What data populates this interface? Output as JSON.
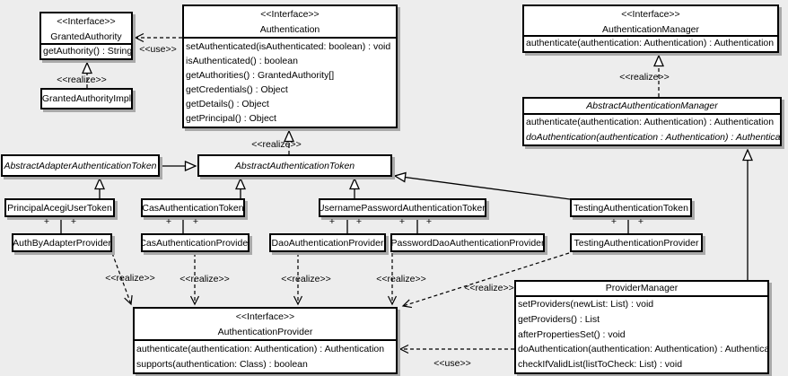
{
  "edge_labels": {
    "realize": "<<realize>>",
    "use": "<<use>>",
    "plus": "+"
  },
  "classes": {
    "granted_authority": {
      "stereotype": "<<Interface>>",
      "name": "GrantedAuthority",
      "methods": [
        "getAuthority() : String"
      ]
    },
    "granted_authority_impl": {
      "name": "GrantedAuthorityImpl"
    },
    "authentication": {
      "stereotype": "<<Interface>>",
      "name": "Authentication",
      "methods": [
        "setAuthenticated(isAuthenticated: boolean) : void",
        "isAuthenticated() : boolean",
        "getAuthorities() : GrantedAuthority[]",
        "getCredentials() : Object",
        "getDetails() : Object",
        "getPrincipal() : Object"
      ]
    },
    "authentication_manager": {
      "stereotype": "<<Interface>>",
      "name": "AuthenticationManager",
      "methods": [
        "authenticate(authentication: Authentication) : Authentication"
      ]
    },
    "abstract_authentication_manager": {
      "name": "AbstractAuthenticationManager",
      "methods": [
        "authenticate(authentication: Authentication) : Authentication",
        "doAuthentication(authentication : Authentication) : Authentication"
      ]
    },
    "abstract_adapter_authentication_token": {
      "name": "AbstractAdapterAuthenticationToken"
    },
    "abstract_authentication_token": {
      "name": "AbstractAuthenticationToken"
    },
    "principal_acegi_user_token": {
      "name": "PrincipalAcegiUserToken"
    },
    "cas_authentication_token": {
      "name": "CasAuthenticationToken"
    },
    "username_password_authentication_token": {
      "name": "UsernamePasswordAuthenticationToken"
    },
    "testing_authentication_token": {
      "name": "TestingAuthenticationToken"
    },
    "auth_by_adapter_provider": {
      "name": "AuthByAdapterProvider"
    },
    "cas_authentication_provider": {
      "name": "CasAuthenticationProvider"
    },
    "dao_authentication_provider": {
      "name": "DaoAuthenticationProvider"
    },
    "password_dao_authentication_provider": {
      "name": "PasswordDaoAuthenticationProvider"
    },
    "testing_authentication_provider": {
      "name": "TestingAuthenticationProvider"
    },
    "authentication_provider": {
      "stereotype": "<<Interface>>",
      "name": "AuthenticationProvider",
      "methods": [
        "authenticate(authentication: Authentication) : Authentication",
        "supports(authentication: Class) : boolean"
      ]
    },
    "provider_manager": {
      "name": "ProviderManager",
      "methods": [
        "setProviders(newList: List) : void",
        "getProviders() : List",
        "afterPropertiesSet() : void",
        "doAuthentication(authentication: Authentication) : Authentication",
        "checkIfValidList(listToCheck: List) : void"
      ]
    }
  }
}
